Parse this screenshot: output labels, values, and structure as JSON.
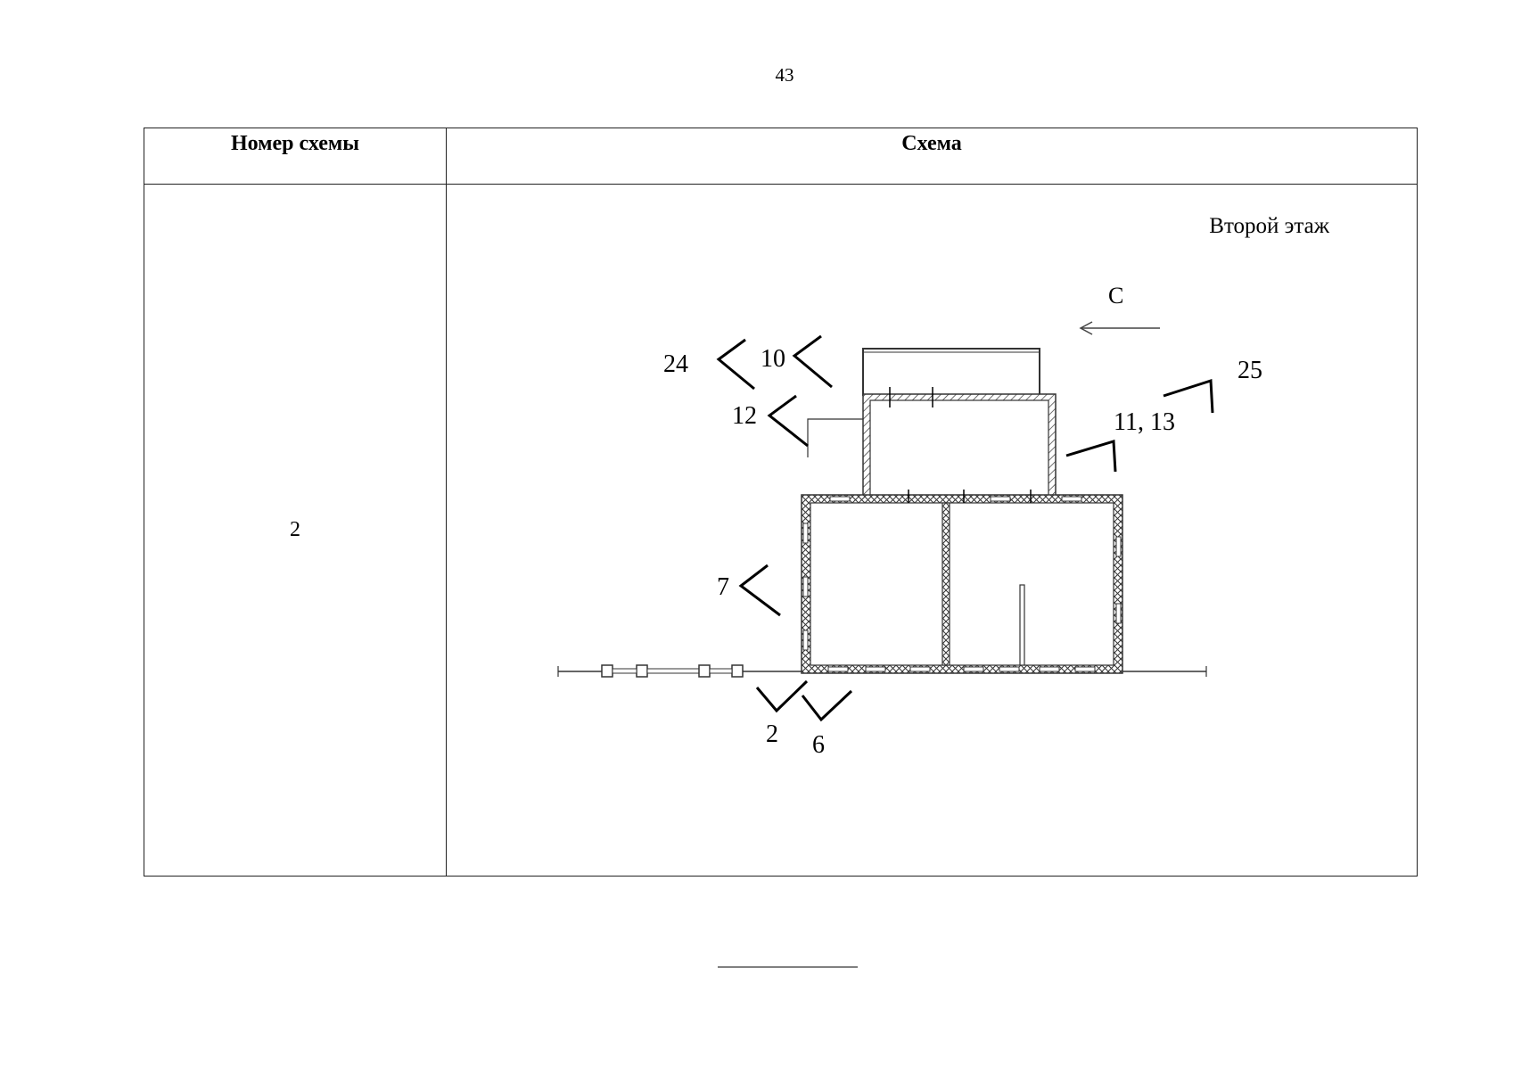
{
  "page": {
    "number": "43"
  },
  "table": {
    "headers": {
      "number": "Номер схемы",
      "scheme": "Схема"
    },
    "rows": [
      {
        "number": "2",
        "floor_label": "Второй этаж"
      }
    ]
  },
  "plan": {
    "north_label": "С",
    "view_marks": {
      "m24": "24",
      "m10": "10",
      "m12": "12",
      "m7": "7",
      "m2": "2",
      "m6": "6",
      "m11_13": "11, 13",
      "m25": "25"
    }
  }
}
